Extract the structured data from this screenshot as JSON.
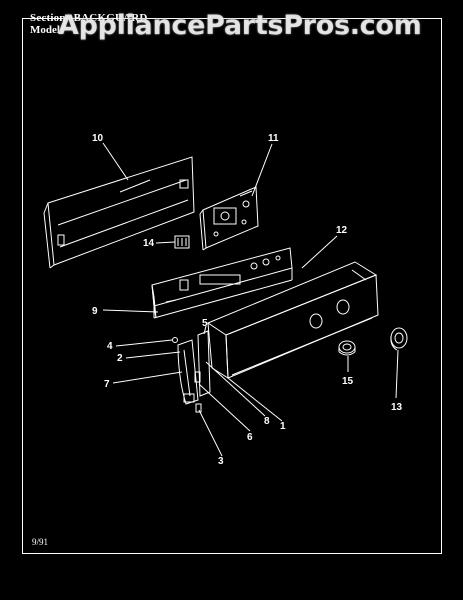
{
  "header": {
    "section_label": "Section",
    "section_value": "BACKGUARD",
    "model_label": "Model",
    "model_value": "",
    "watermark": "AppliancePartsPros.com"
  },
  "footer": {
    "date_code": "9/91"
  },
  "callouts": [
    "10",
    "11",
    "12",
    "14",
    "9",
    "5",
    "4",
    "2",
    "7",
    "8",
    "1",
    "6",
    "3",
    "15",
    "13"
  ],
  "colors": {
    "background": "#000000",
    "line": "#ffffff"
  }
}
